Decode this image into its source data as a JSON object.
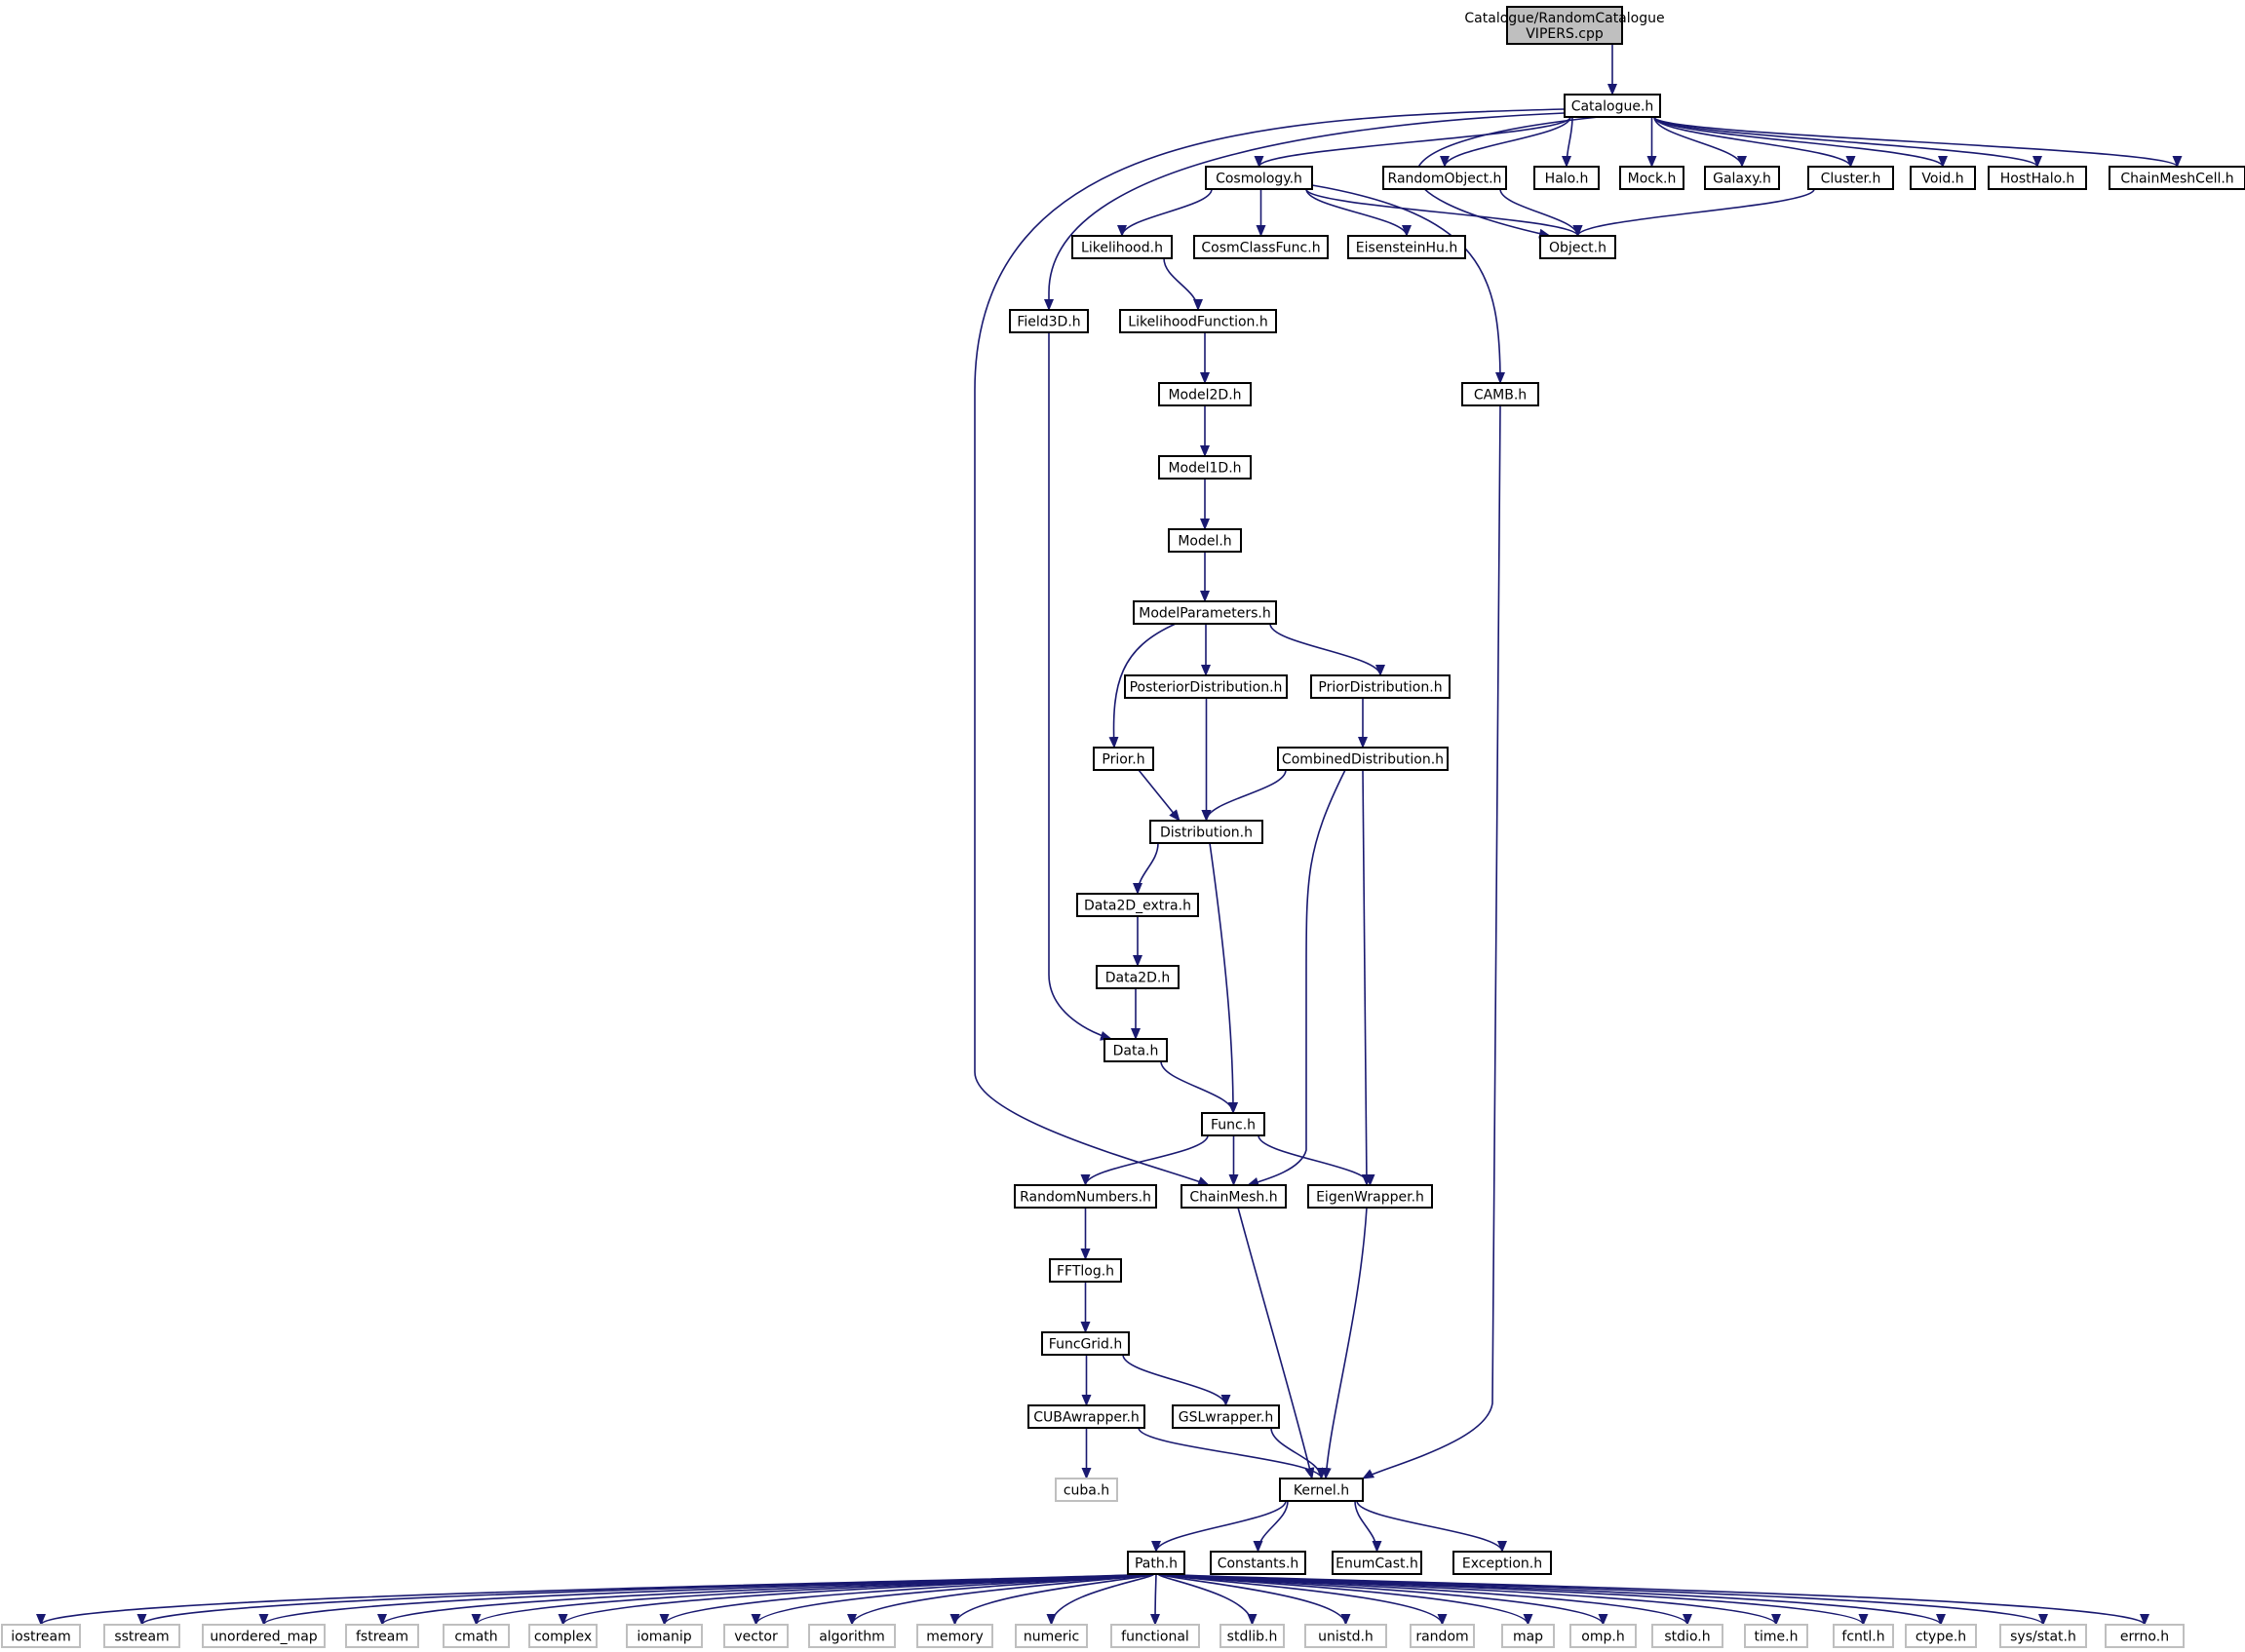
{
  "title": "Catalogue/RandomCatalogueVIPERS.cpp include dependency graph",
  "colors": {
    "edge": "#191970",
    "root_fill": "#bfbfbf",
    "ext_stroke": "#bfbfbf",
    "node_stroke": "#000000"
  },
  "nodes": [
    {
      "id": "root",
      "lines": [
        "Catalogue/RandomCatalogue",
        "VIPERS.cpp"
      ],
      "kind": "root"
    },
    {
      "id": "catalogue",
      "lines": [
        "Catalogue.h"
      ]
    },
    {
      "id": "cosmology",
      "lines": [
        "Cosmology.h"
      ]
    },
    {
      "id": "randomobject",
      "lines": [
        "RandomObject.h"
      ]
    },
    {
      "id": "halo",
      "lines": [
        "Halo.h"
      ]
    },
    {
      "id": "mock",
      "lines": [
        "Mock.h"
      ]
    },
    {
      "id": "galaxy",
      "lines": [
        "Galaxy.h"
      ]
    },
    {
      "id": "cluster",
      "lines": [
        "Cluster.h"
      ]
    },
    {
      "id": "void",
      "lines": [
        "Void.h"
      ]
    },
    {
      "id": "hosthalo",
      "lines": [
        "HostHalo.h"
      ]
    },
    {
      "id": "chainmeshcell",
      "lines": [
        "ChainMeshCell.h"
      ]
    },
    {
      "id": "likelihood",
      "lines": [
        "Likelihood.h"
      ]
    },
    {
      "id": "cosmclassfunc",
      "lines": [
        "CosmClassFunc.h"
      ]
    },
    {
      "id": "eisensteinhu",
      "lines": [
        "EisensteinHu.h"
      ]
    },
    {
      "id": "object",
      "lines": [
        "Object.h"
      ]
    },
    {
      "id": "field3d",
      "lines": [
        "Field3D.h"
      ]
    },
    {
      "id": "likelihoodfunction",
      "lines": [
        "LikelihoodFunction.h"
      ]
    },
    {
      "id": "camb",
      "lines": [
        "CAMB.h"
      ]
    },
    {
      "id": "model2d",
      "lines": [
        "Model2D.h"
      ]
    },
    {
      "id": "model1d",
      "lines": [
        "Model1D.h"
      ]
    },
    {
      "id": "model",
      "lines": [
        "Model.h"
      ]
    },
    {
      "id": "modelparameters",
      "lines": [
        "ModelParameters.h"
      ]
    },
    {
      "id": "posteriordistribution",
      "lines": [
        "PosteriorDistribution.h"
      ]
    },
    {
      "id": "priordistribution",
      "lines": [
        "PriorDistribution.h"
      ]
    },
    {
      "id": "prior",
      "lines": [
        "Prior.h"
      ]
    },
    {
      "id": "combineddistribution",
      "lines": [
        "CombinedDistribution.h"
      ]
    },
    {
      "id": "distribution",
      "lines": [
        "Distribution.h"
      ]
    },
    {
      "id": "data2dextra",
      "lines": [
        "Data2D_extra.h"
      ]
    },
    {
      "id": "data2d",
      "lines": [
        "Data2D.h"
      ]
    },
    {
      "id": "data",
      "lines": [
        "Data.h"
      ]
    },
    {
      "id": "func",
      "lines": [
        "Func.h"
      ]
    },
    {
      "id": "randomnumbers",
      "lines": [
        "RandomNumbers.h"
      ]
    },
    {
      "id": "chainmesh",
      "lines": [
        "ChainMesh.h"
      ]
    },
    {
      "id": "eigenwrapper",
      "lines": [
        "EigenWrapper.h"
      ]
    },
    {
      "id": "fftlog",
      "lines": [
        "FFTlog.h"
      ]
    },
    {
      "id": "funcgrid",
      "lines": [
        "FuncGrid.h"
      ]
    },
    {
      "id": "cubawrapper",
      "lines": [
        "CUBAwrapper.h"
      ]
    },
    {
      "id": "gslwrapper",
      "lines": [
        "GSLwrapper.h"
      ]
    },
    {
      "id": "cuba",
      "lines": [
        "cuba.h"
      ],
      "kind": "ext"
    },
    {
      "id": "kernel",
      "lines": [
        "Kernel.h"
      ]
    },
    {
      "id": "path",
      "lines": [
        "Path.h"
      ]
    },
    {
      "id": "constants",
      "lines": [
        "Constants.h"
      ]
    },
    {
      "id": "enumcast",
      "lines": [
        "EnumCast.h"
      ]
    },
    {
      "id": "exception",
      "lines": [
        "Exception.h"
      ]
    },
    {
      "id": "iostream",
      "lines": [
        "iostream"
      ],
      "kind": "ext"
    },
    {
      "id": "sstream",
      "lines": [
        "sstream"
      ],
      "kind": "ext"
    },
    {
      "id": "unordered_map",
      "lines": [
        "unordered_map"
      ],
      "kind": "ext"
    },
    {
      "id": "fstream",
      "lines": [
        "fstream"
      ],
      "kind": "ext"
    },
    {
      "id": "cmath",
      "lines": [
        "cmath"
      ],
      "kind": "ext"
    },
    {
      "id": "complex",
      "lines": [
        "complex"
      ],
      "kind": "ext"
    },
    {
      "id": "iomanip",
      "lines": [
        "iomanip"
      ],
      "kind": "ext"
    },
    {
      "id": "vector",
      "lines": [
        "vector"
      ],
      "kind": "ext"
    },
    {
      "id": "algorithm",
      "lines": [
        "algorithm"
      ],
      "kind": "ext"
    },
    {
      "id": "memory",
      "lines": [
        "memory"
      ],
      "kind": "ext"
    },
    {
      "id": "numeric",
      "lines": [
        "numeric"
      ],
      "kind": "ext"
    },
    {
      "id": "functional",
      "lines": [
        "functional"
      ],
      "kind": "ext"
    },
    {
      "id": "stdlib",
      "lines": [
        "stdlib.h"
      ],
      "kind": "ext"
    },
    {
      "id": "unistd",
      "lines": [
        "unistd.h"
      ],
      "kind": "ext"
    },
    {
      "id": "random",
      "lines": [
        "random"
      ],
      "kind": "ext"
    },
    {
      "id": "map",
      "lines": [
        "map"
      ],
      "kind": "ext"
    },
    {
      "id": "omp",
      "lines": [
        "omp.h"
      ],
      "kind": "ext"
    },
    {
      "id": "stdio",
      "lines": [
        "stdio.h"
      ],
      "kind": "ext"
    },
    {
      "id": "time",
      "lines": [
        "time.h"
      ],
      "kind": "ext"
    },
    {
      "id": "fcntl",
      "lines": [
        "fcntl.h"
      ],
      "kind": "ext"
    },
    {
      "id": "ctype",
      "lines": [
        "ctype.h"
      ],
      "kind": "ext"
    },
    {
      "id": "sysstat",
      "lines": [
        "sys/stat.h"
      ],
      "kind": "ext"
    },
    {
      "id": "errno",
      "lines": [
        "errno.h"
      ],
      "kind": "ext"
    }
  ],
  "edges": [
    [
      "root",
      "catalogue"
    ],
    [
      "catalogue",
      "cosmology"
    ],
    [
      "catalogue",
      "randomobject"
    ],
    [
      "catalogue",
      "halo"
    ],
    [
      "catalogue",
      "mock"
    ],
    [
      "catalogue",
      "galaxy"
    ],
    [
      "catalogue",
      "cluster"
    ],
    [
      "catalogue",
      "void"
    ],
    [
      "catalogue",
      "hosthalo"
    ],
    [
      "catalogue",
      "chainmeshcell"
    ],
    [
      "catalogue",
      "field3d"
    ],
    [
      "catalogue",
      "chainmesh"
    ],
    [
      "catalogue",
      "object"
    ],
    [
      "cosmology",
      "likelihood"
    ],
    [
      "cosmology",
      "cosmclassfunc"
    ],
    [
      "cosmology",
      "eisensteinhu"
    ],
    [
      "cosmology",
      "camb"
    ],
    [
      "cosmology",
      "object"
    ],
    [
      "randomobject",
      "object"
    ],
    [
      "cluster",
      "object"
    ],
    [
      "likelihood",
      "likelihoodfunction"
    ],
    [
      "likelihoodfunction",
      "model2d"
    ],
    [
      "model2d",
      "model1d"
    ],
    [
      "model1d",
      "model"
    ],
    [
      "model",
      "modelparameters"
    ],
    [
      "modelparameters",
      "prior"
    ],
    [
      "modelparameters",
      "posteriordistribution"
    ],
    [
      "modelparameters",
      "priordistribution"
    ],
    [
      "priordistribution",
      "combineddistribution"
    ],
    [
      "prior",
      "distribution"
    ],
    [
      "posteriordistribution",
      "distribution"
    ],
    [
      "combineddistribution",
      "distribution"
    ],
    [
      "combineddistribution",
      "chainmesh"
    ],
    [
      "combineddistribution",
      "eigenwrapper"
    ],
    [
      "distribution",
      "data2dextra"
    ],
    [
      "distribution",
      "func"
    ],
    [
      "data2dextra",
      "data2d"
    ],
    [
      "data2d",
      "data"
    ],
    [
      "field3d",
      "data"
    ],
    [
      "data",
      "func"
    ],
    [
      "func",
      "randomnumbers"
    ],
    [
      "func",
      "chainmesh"
    ],
    [
      "func",
      "eigenwrapper"
    ],
    [
      "randomnumbers",
      "fftlog"
    ],
    [
      "fftlog",
      "funcgrid"
    ],
    [
      "funcgrid",
      "cubawrapper"
    ],
    [
      "funcgrid",
      "gslwrapper"
    ],
    [
      "cubawrapper",
      "cuba"
    ],
    [
      "cubawrapper",
      "kernel"
    ],
    [
      "gslwrapper",
      "kernel"
    ],
    [
      "chainmesh",
      "kernel"
    ],
    [
      "eigenwrapper",
      "kernel"
    ],
    [
      "camb",
      "kernel"
    ],
    [
      "kernel",
      "path"
    ],
    [
      "kernel",
      "constants"
    ],
    [
      "kernel",
      "enumcast"
    ],
    [
      "kernel",
      "exception"
    ],
    [
      "path",
      "iostream"
    ],
    [
      "path",
      "sstream"
    ],
    [
      "path",
      "unordered_map"
    ],
    [
      "path",
      "fstream"
    ],
    [
      "path",
      "cmath"
    ],
    [
      "path",
      "complex"
    ],
    [
      "path",
      "iomanip"
    ],
    [
      "path",
      "vector"
    ],
    [
      "path",
      "algorithm"
    ],
    [
      "path",
      "memory"
    ],
    [
      "path",
      "numeric"
    ],
    [
      "path",
      "functional"
    ],
    [
      "path",
      "stdlib"
    ],
    [
      "path",
      "unistd"
    ],
    [
      "path",
      "random"
    ],
    [
      "path",
      "map"
    ],
    [
      "path",
      "omp"
    ],
    [
      "path",
      "stdio"
    ],
    [
      "path",
      "time"
    ],
    [
      "path",
      "fcntl"
    ],
    [
      "path",
      "ctype"
    ],
    [
      "path",
      "sysstat"
    ],
    [
      "path",
      "errno"
    ]
  ]
}
